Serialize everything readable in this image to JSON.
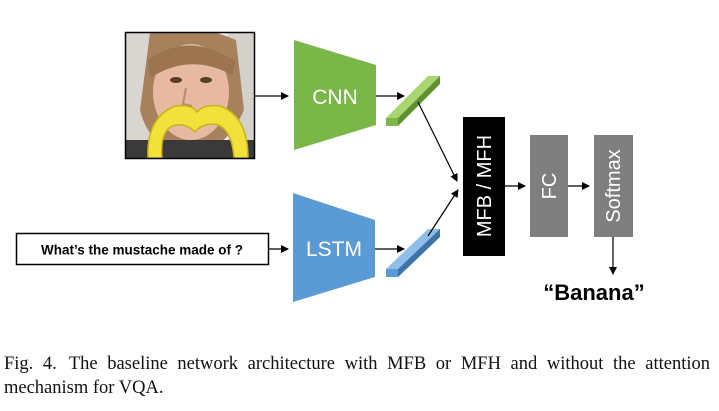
{
  "diagram": {
    "question_text": "What’s the mustache made of ?",
    "cnn_label": "CNN",
    "lstm_label": "LSTM",
    "fusion_label": "MFB / MFH",
    "fc_label": "FC",
    "softmax_label": "Softmax",
    "answer_text": "“Banana”",
    "input_image_desc": "photo of a person with a banana as a mustache"
  },
  "caption": {
    "fig_label": "Fig. 4.",
    "text": "The baseline network architecture with MFB or MFH and without the attention mechanism for VQA."
  },
  "colors": {
    "cnn": "#7ab648",
    "lstm": "#5b9bd5",
    "fusion": "#000000",
    "gray_block": "#7f7f7f",
    "arrow": "#000000"
  }
}
